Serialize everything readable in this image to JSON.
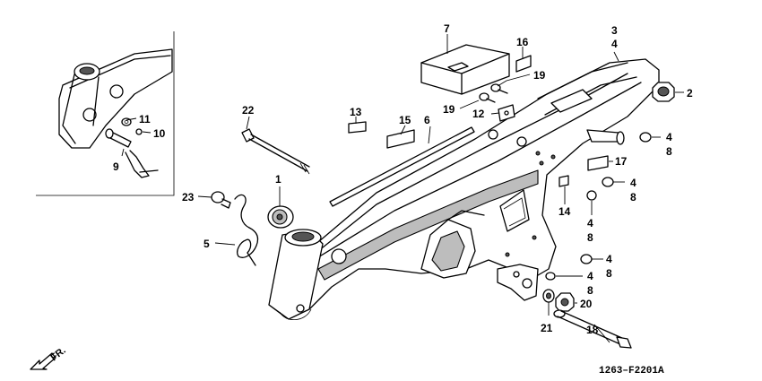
{
  "diagram": {
    "drawing_code": "1263–F2201A",
    "direction_label": "FR.",
    "callouts": [
      {
        "id": "c1",
        "text": "1"
      },
      {
        "id": "c2",
        "text": "2"
      },
      {
        "id": "c3",
        "text": "3"
      },
      {
        "id": "c4a",
        "text": "4"
      },
      {
        "id": "c5",
        "text": "5"
      },
      {
        "id": "c6",
        "text": "6"
      },
      {
        "id": "c7",
        "text": "7"
      },
      {
        "id": "c9",
        "text": "9"
      },
      {
        "id": "c10",
        "text": "10"
      },
      {
        "id": "c11",
        "text": "11"
      },
      {
        "id": "c12",
        "text": "12"
      },
      {
        "id": "c13",
        "text": "13"
      },
      {
        "id": "c14",
        "text": "14"
      },
      {
        "id": "c15",
        "text": "15"
      },
      {
        "id": "c16",
        "text": "16"
      },
      {
        "id": "c17",
        "text": "17"
      },
      {
        "id": "c18",
        "text": "18"
      },
      {
        "id": "c19a",
        "text": "19"
      },
      {
        "id": "c19b",
        "text": "19"
      },
      {
        "id": "c20",
        "text": "20"
      },
      {
        "id": "c21",
        "text": "21"
      },
      {
        "id": "c22",
        "text": "22"
      },
      {
        "id": "c23",
        "text": "23"
      },
      {
        "id": "c4b",
        "text": "4"
      },
      {
        "id": "c8b",
        "text": "8"
      },
      {
        "id": "c4c",
        "text": "4"
      },
      {
        "id": "c8c",
        "text": "8"
      },
      {
        "id": "c4d",
        "text": "4"
      },
      {
        "id": "c8d",
        "text": "8"
      },
      {
        "id": "c4e",
        "text": "4"
      },
      {
        "id": "c8e",
        "text": "8"
      },
      {
        "id": "c4f",
        "text": "4"
      },
      {
        "id": "c8f",
        "text": "8"
      }
    ]
  }
}
